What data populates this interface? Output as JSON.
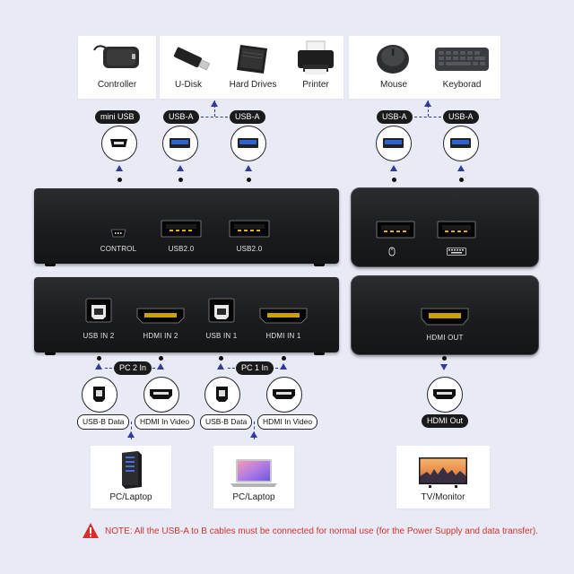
{
  "top_devices": {
    "controller": "Controller",
    "udisk": "U-Disk",
    "hard_drives": "Hard Drives",
    "printer": "Printer",
    "mouse": "Mouse",
    "keyboard": "Keyborad"
  },
  "top_ports": {
    "mini_usb": "mini USB",
    "usb_a_1": "USB-A",
    "usb_a_2": "USB-A",
    "usb_a_3": "USB-A",
    "usb_a_4": "USB-A"
  },
  "switch_front": {
    "control": "CONTROL",
    "usb1": "USB2.0",
    "usb2": "USB2.0"
  },
  "switch_rear": {
    "usb_in_2": "USB IN 2",
    "hdmi_in_2": "HDMI IN 2",
    "usb_in_1": "USB IN 1",
    "hdmi_in_1": "HDMI IN 1"
  },
  "extender_rear": {
    "hdmi_out": "HDMI OUT"
  },
  "pc_groups": {
    "pc2": "PC 2 In",
    "pc1": "PC 1 In"
  },
  "bottom_ports": {
    "usb_b_data_1": "USB-B Data",
    "hdmi_in_video_1": "HDMI In Video",
    "usb_b_data_2": "USB-B Data",
    "hdmi_in_video_2": "HDMI In Video",
    "hdmi_out": "HDMI Out"
  },
  "bottom_devices": {
    "pc_laptop_1": "PC/Laptop",
    "pc_laptop_2": "PC/Laptop",
    "tv_monitor": "TV/Monitor"
  },
  "note": "NOTE: All the USB-A to B cables must be connected for normal use (for the Power Supply and data transfer).",
  "colors": {
    "background": "#e8ebf6",
    "accent": "#2f3a9c",
    "warning": "#d6302c",
    "usb_blue": "#2a63d6"
  }
}
